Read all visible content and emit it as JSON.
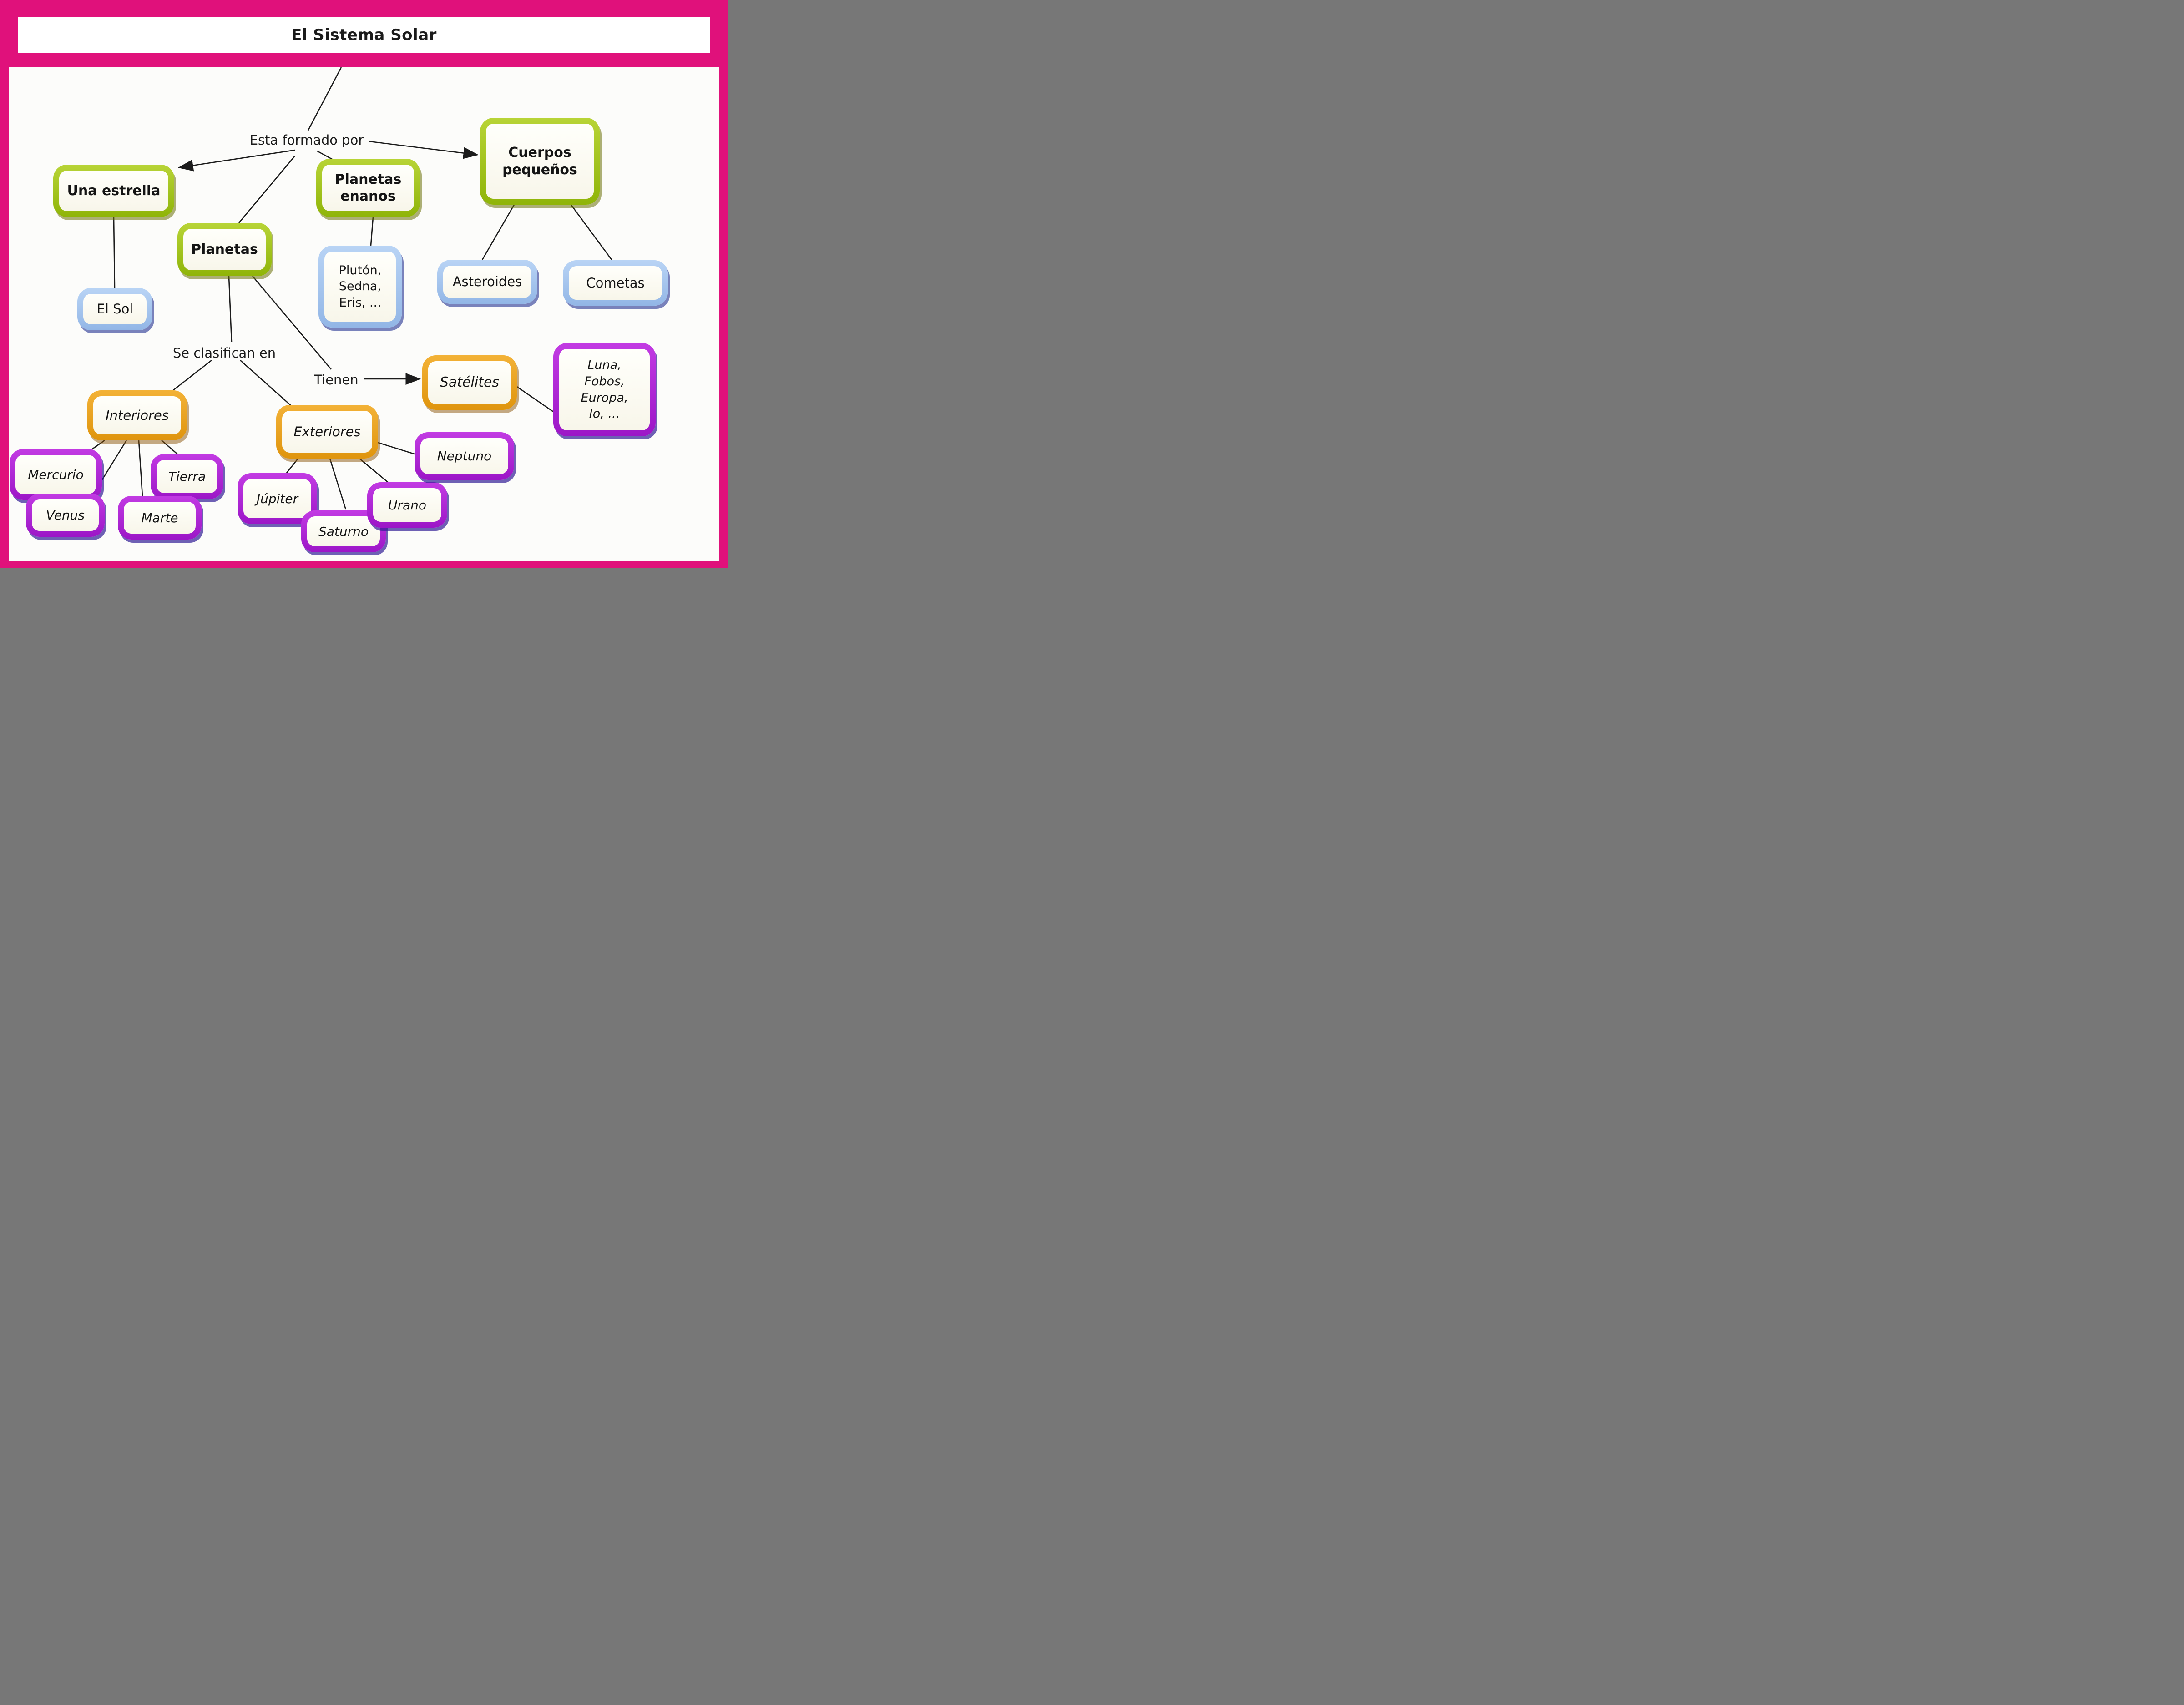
{
  "title": "El Sistema Solar",
  "connector_labels": {
    "formado": "Esta formado por",
    "clasifican": "Se clasifican en",
    "tienen": "Tienen"
  },
  "nodes": {
    "una_estrella": "Una estrella",
    "planetas": "Planetas",
    "planetas_enanos": "Planetas\nenanos",
    "cuerpos_pequenos": "Cuerpos\npequeños",
    "el_sol": "El Sol",
    "pluton_group": "Plutón,\nSedna,\nEris, ...",
    "asteroides": "Asteroides",
    "cometas": "Cometas",
    "interiores": "Interiores",
    "exteriores": "Exteriores",
    "satelites": "Satélites",
    "luna_group": "Luna,\nFobos,\nEuropa,\nIo, ...",
    "mercurio": "Mercurio",
    "venus": "Venus",
    "tierra": "Tierra",
    "marte": "Marte",
    "jupiter": "Júpiter",
    "saturno": "Saturno",
    "urano": "Urano",
    "neptuno": "Neptuno"
  },
  "colors": {
    "frame_pink": "#e0117b",
    "node_green": "#9ec41a",
    "node_blue": "#a6c9f0",
    "node_orange": "#eda723",
    "node_purple": "#b32ade",
    "line": "#1c1c1c",
    "background": "#fcfcfa"
  }
}
